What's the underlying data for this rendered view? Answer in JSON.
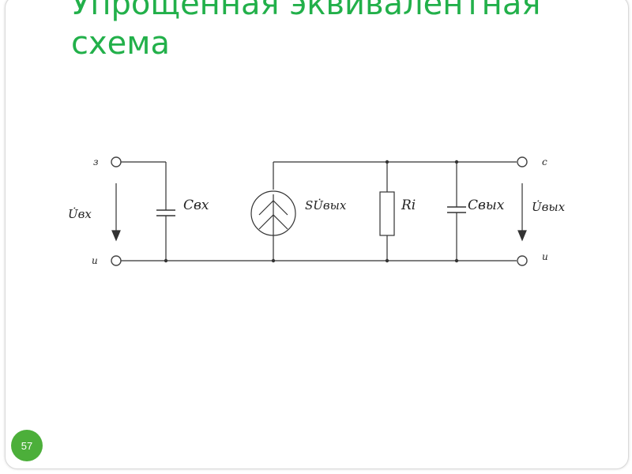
{
  "slide": {
    "title": "Упрощенная эквивалентная\nсхема",
    "page_number": "57"
  },
  "circuit": {
    "terminals": {
      "in_top": "з",
      "in_bottom": "и",
      "out_top": "с",
      "out_bottom": "и"
    },
    "labels": {
      "u_in": "U̇вх",
      "c_in": "Cвх",
      "source": "SU̇вых",
      "r_i": "Ri",
      "c_out": "Cвых",
      "u_out": "U̇вых"
    }
  },
  "colors": {
    "title": "#22b04a",
    "badge": "#4caf3a",
    "wire": "#333333"
  }
}
